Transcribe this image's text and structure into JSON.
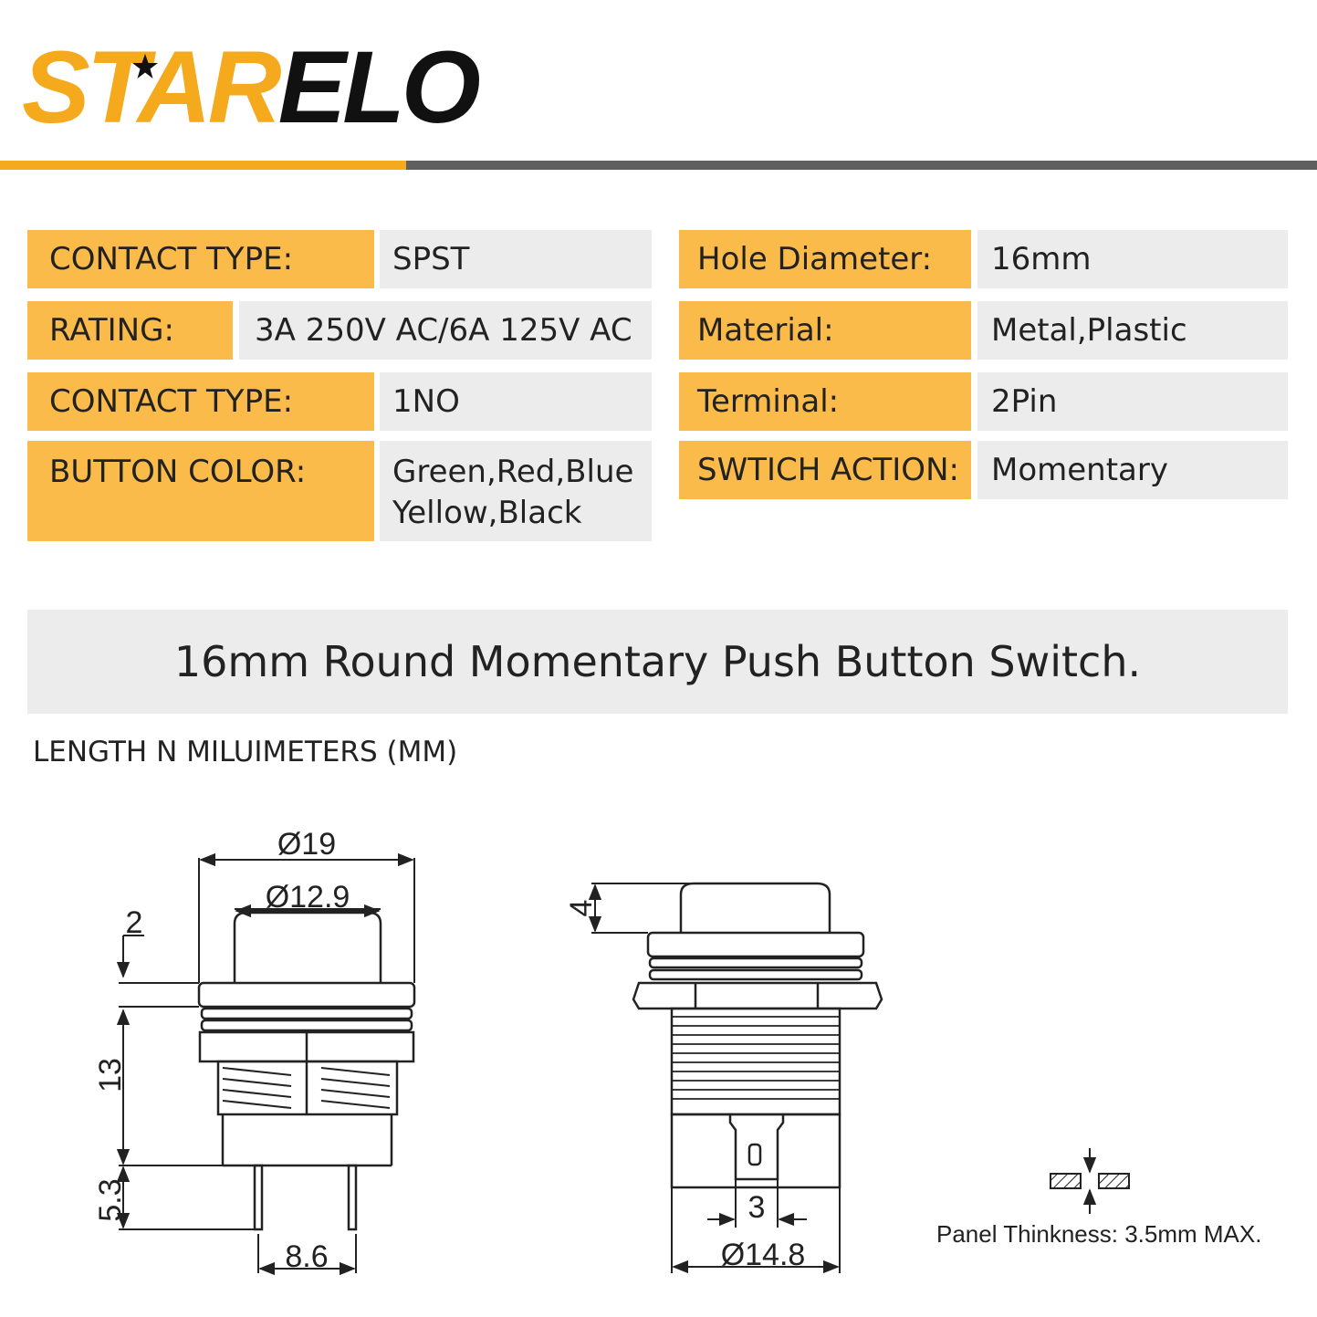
{
  "brand": {
    "part_a": "STAR",
    "part_b": "ELO"
  },
  "colors": {
    "accent": "#f5a91c",
    "key_bg": "#fbbb4a",
    "value_bg": "#ececec",
    "rule_gray": "#5f5f5f"
  },
  "specs_left": [
    {
      "key": "CONTACT TYPE:",
      "value": "SPST"
    },
    {
      "key": "RATING:",
      "value": "3A 250V AC/6A 125V AC"
    },
    {
      "key": "CONTACT TYPE:",
      "value": "1NO"
    },
    {
      "key": "BUTTON COLOR:",
      "value_lines": [
        "Green,Red,Blue",
        "Yellow,Black"
      ]
    }
  ],
  "specs_right": [
    {
      "key": "Hole Diameter:",
      "value": "16mm"
    },
    {
      "key": "Material:",
      "value": "Metal,Plastic"
    },
    {
      "key": "Terminal:",
      "value": "2Pin"
    },
    {
      "key": "SWTICH ACTION:",
      "value": "Momentary"
    }
  ],
  "title": "16mm Round Momentary Push Button Switch.",
  "units_label": "LENGTH N MILUIMETERS (MM)",
  "dimensions": {
    "d19": "Ø19",
    "d12_9": "Ø12.9",
    "h2": "2",
    "h13": "13",
    "h5_3": "5.3",
    "w8_6": "8.6",
    "h4": "4",
    "w3": "3",
    "d14_8": "Ø14.8"
  },
  "panel_note": "Panel Thinkness: 3.5mm MAX."
}
